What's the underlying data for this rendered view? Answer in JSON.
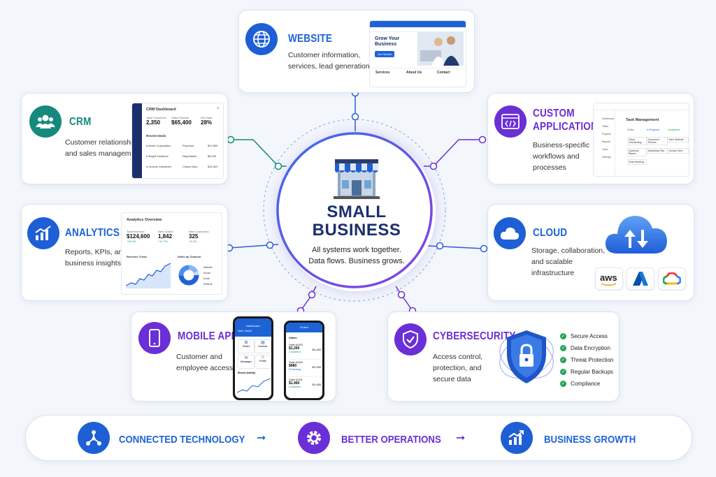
{
  "hub": {
    "title_line1": "SMALL",
    "title_line2": "BUSINESS",
    "subtitle_line1": "All systems work together.",
    "subtitle_line2": "Data flows. Business grows."
  },
  "website": {
    "title": "WEBSITE",
    "desc_line1": "Customer information,",
    "desc_line2": "services, lead generation",
    "mock": {
      "headline_line1": "Grow Your",
      "headline_line2": "Business",
      "cta": "Get Started",
      "cols": [
        "Services",
        "About Us",
        "Contact"
      ]
    }
  },
  "crm": {
    "title": "CRM",
    "desc_line1": "Customer relationships",
    "desc_line2": "and sales management",
    "mock": {
      "header": "CRM Dashboard",
      "close": "×",
      "stats": [
        {
          "label": "Total Customers",
          "value": "2,350"
        },
        {
          "label": "Sales Pipeline",
          "value": "$65,400"
        },
        {
          "label": "Win Rate",
          "value": "28%"
        }
      ],
      "section": "Recent Deals",
      "rows": [
        {
          "name": "Acme Corporation",
          "stage": "Proposal",
          "amount": "$12,500"
        },
        {
          "name": "Bright Solutions",
          "stage": "Negotiation",
          "amount": "$8,200"
        },
        {
          "name": "Horizon Industries",
          "stage": "Closed Won",
          "amount": "$15,300"
        }
      ]
    }
  },
  "custom": {
    "title_line1": "CUSTOM",
    "title_line2": "APPLICATION",
    "desc_line1": "Business-specific",
    "desc_line2": "workflows and",
    "desc_line3": "processes",
    "mock": {
      "header": "Task Management",
      "nav": [
        "Dashboard",
        "Tasks",
        "Projects",
        "Reports",
        "Team",
        "Settings"
      ],
      "columns": [
        "To Do",
        "In Progress",
        "Completed"
      ],
      "tasks_col1": [
        "Client Onboarding",
        "Quarterly Report",
        "Team Meeting"
      ],
      "tasks_col2": [
        "Document Review",
        "Marketing Plan"
      ],
      "tasks_col3": [
        "New Website",
        "Invoice Sent"
      ]
    }
  },
  "analytics": {
    "title": "ANALYTICS",
    "desc_line1": "Reports, KPIs, and",
    "desc_line2": "business insights",
    "mock": {
      "header": "Analytics Overview",
      "stats": [
        {
          "label": "Total Revenue",
          "value": "$124,600",
          "delta": "+18.4%"
        },
        {
          "label": "New Orders",
          "value": "1,842",
          "delta": "+12.7%"
        },
        {
          "label": "New Customers",
          "value": "325",
          "delta": "+9.2%"
        }
      ],
      "trend_label": "Revenue Trend",
      "channel_label": "Sales by Channel",
      "channels": [
        "Website",
        "Social",
        "Email",
        "Referral"
      ]
    }
  },
  "cloud": {
    "title": "CLOUD",
    "desc_line1": "Storage, collaboration,",
    "desc_line2": "and scalable",
    "desc_line3": "infrastructure",
    "aws": "aws"
  },
  "mobile": {
    "title": "MOBILE APP",
    "desc_line1": "Customer and",
    "desc_line2": "employee access",
    "phone1": {
      "header": "Dashboard",
      "greeting": "Hello, Sarah!",
      "tiles": [
        "Orders",
        "Invoices",
        "Messages",
        "Profile"
      ],
      "section": "Recent Activity"
    },
    "phone2": {
      "header": "Orders",
      "section": "Orders",
      "orders": [
        {
          "id": "Order #1023",
          "amount": "$1,250",
          "status": "Completed",
          "amount2": "$1,450"
        },
        {
          "id": "Order #1022",
          "amount": "$980",
          "status": "Processing",
          "amount2": "$1,250"
        },
        {
          "id": "Order #1021",
          "amount": "$1,450",
          "status": "Completed",
          "amount2": "$1,450"
        }
      ]
    }
  },
  "cyber": {
    "title": "CYBERSECURITY",
    "desc_line1": "Access control,",
    "desc_line2": "protection, and",
    "desc_line3": "secure data",
    "checks": [
      "Secure Access",
      "Data Encryption",
      "Threat Protection",
      "Regular Backups",
      "Compliance"
    ]
  },
  "bottom": {
    "item1": "CONNECTED TECHNOLOGY",
    "item2": "BETTER OPERATIONS",
    "item3": "BUSINESS GROWTH"
  },
  "colors": {
    "blue": "#1e63d6",
    "teal": "#14897c",
    "purple": "#6a2fd6",
    "navy": "#1b2f6e"
  }
}
